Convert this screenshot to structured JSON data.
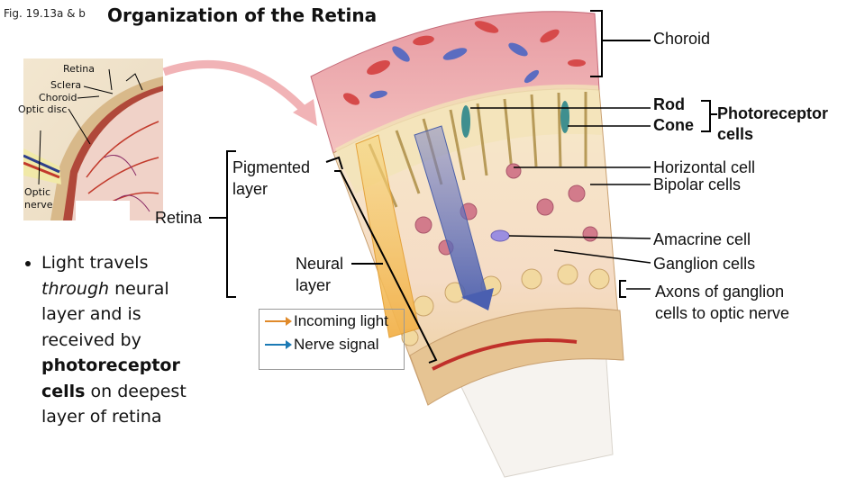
{
  "figure": {
    "caption": "Fig. 19.13a & b",
    "title": "Organization of the Retina"
  },
  "inset": {
    "labels": {
      "retina": "Retina",
      "sclera": "Sclera",
      "choroid": "Choroid",
      "optic_disc": "Optic disc",
      "optic_nerve_line1": "Optic",
      "optic_nerve_line2": "nerve"
    }
  },
  "labels": {
    "choroid": "Choroid",
    "rod": "Rod",
    "cone": "Cone",
    "photoreceptor_line1": "Photoreceptor",
    "photoreceptor_line2": "cells",
    "pigmented_line1": "Pigmented",
    "pigmented_line2": "layer",
    "retina": "Retina",
    "horizontal_cell": "Horizontal cell",
    "bipolar_cells": "Bipolar cells",
    "amacrine_cell": "Amacrine cell",
    "ganglion_cells": "Ganglion cells",
    "axons_line1": "Axons of ganglion",
    "axons_line2": "cells to optic nerve",
    "neural_line1": "Neural",
    "neural_line2": "layer"
  },
  "legend": {
    "incoming_light": "Incoming light",
    "nerve_signal": "Nerve signal",
    "light_color": "#e08a2a",
    "signal_color": "#1b7ab5"
  },
  "bullet": {
    "t1": "Light travels ",
    "t2": "through",
    "t3": " neural layer and is received by ",
    "t4": "photoreceptor cells",
    "t5": " on deepest layer of retina"
  }
}
